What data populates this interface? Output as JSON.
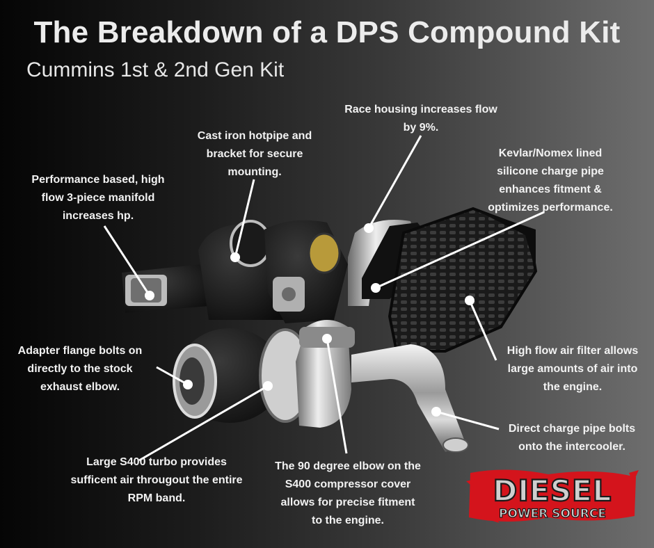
{
  "header": {
    "title": "The Breakdown of a DPS Compound Kit",
    "subtitle": "Cummins 1st & 2nd Gen Kit"
  },
  "callouts": {
    "race_housing": "Race housing increases flow by 9%.",
    "hotpipe": "Cast iron hotpipe and bracket for secure mounting.",
    "charge_pipe": "Kevlar/Nomex lined silicone charge pipe enhances fitment & optimizes performance.",
    "manifold": "Performance based, high flow 3-piece manifold increases hp.",
    "adapter_flange": "Adapter flange bolts on directly to the stock exhaust elbow.",
    "air_filter": "High flow air filter allows large amounts of air into the engine.",
    "direct_pipe": "Direct charge pipe bolts onto the intercooler.",
    "s400_turbo": "Large S400 turbo provides sufficent air througout the entire RPM band.",
    "elbow": "The 90 degree elbow on the S400 compressor cover allows for precise fitment to the engine."
  },
  "logo": {
    "line1": "DIESEL",
    "line2": "POWER SOURCE"
  },
  "colors": {
    "logo_red": "#d4141c",
    "callout_line": "#ffffff",
    "text": "#f2f2f2"
  }
}
